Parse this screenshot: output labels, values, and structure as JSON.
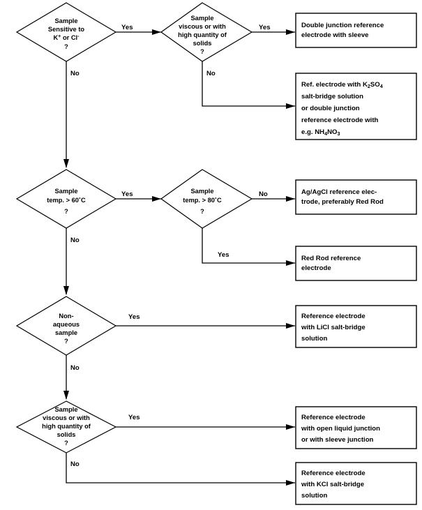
{
  "title": "Reference electrode selection flowchart",
  "decisions": [
    {
      "id": "d1",
      "lines": [
        "Sample",
        "Sensitive to",
        "K+ or Cl-",
        "?"
      ],
      "plain": "Sample Sensitive to K+ or Cl- ?"
    },
    {
      "id": "d2",
      "lines": [
        "Sample",
        "viscous or with",
        "high quantity of",
        "solids",
        "?"
      ],
      "plain": "Sample viscous or with high quantity of solids ?"
    },
    {
      "id": "d3",
      "lines": [
        "Sample",
        "temp. > 60˚C",
        "?"
      ],
      "plain": "Sample temp. > 60˚C ?"
    },
    {
      "id": "d4",
      "lines": [
        "Sample",
        "temp. > 80˚C",
        "?"
      ],
      "plain": "Sample temp. > 80˚C ?"
    },
    {
      "id": "d5",
      "lines": [
        "Non-",
        "aqueous",
        "sample",
        "?"
      ],
      "plain": "Non-aqueous sample ?"
    },
    {
      "id": "d6",
      "lines": [
        "Sample",
        "viscous or with",
        "high quantity of",
        "solids",
        "?"
      ],
      "plain": "Sample viscous or with high quantity of solids ?"
    }
  ],
  "results": [
    {
      "id": "r1",
      "lines": [
        "Double junction reference",
        "electrode with sleeve"
      ]
    },
    {
      "id": "r2",
      "lines": [
        "Ref. electrode with K2SO4",
        "salt-bridge solution",
        "or double junction",
        "reference electrode with",
        "e.g. NH4NO3"
      ]
    },
    {
      "id": "r3",
      "lines": [
        "Ag/AgCl reference elec-",
        "trode, preferably Red Rod"
      ]
    },
    {
      "id": "r4",
      "lines": [
        "Red Rod reference",
        "electrode"
      ]
    },
    {
      "id": "r5",
      "lines": [
        "Reference electrode",
        "with LiCl salt-bridge",
        "solution"
      ]
    },
    {
      "id": "r6",
      "lines": [
        "Reference electrode",
        "with open liquid junction",
        "or with sleeve junction"
      ]
    },
    {
      "id": "r7",
      "lines": [
        "Reference electrode",
        "with KCl salt-bridge",
        "solution"
      ]
    }
  ],
  "edge_labels": {
    "d1_yes": "Yes",
    "d1_no": "No",
    "d2_yes": "Yes",
    "d2_no": "No",
    "d3_yes": "Yes",
    "d3_no": "No",
    "d4_no": "No",
    "d4_yes": "Yes",
    "d5_yes": "Yes",
    "d5_no": "No",
    "d6_yes": "Yes",
    "d6_no": "No"
  },
  "colors": {
    "stroke": "#000000",
    "fill": "#ffffff",
    "text": "#000000"
  },
  "chart_data": {
    "type": "diagram",
    "diagram_kind": "decision-flowchart",
    "nodes": [
      {
        "id": "d1",
        "kind": "decision",
        "text": "Sample Sensitive to K+ or Cl- ?"
      },
      {
        "id": "d2",
        "kind": "decision",
        "text": "Sample viscous or with high quantity of solids ?"
      },
      {
        "id": "d3",
        "kind": "decision",
        "text": "Sample temp. > 60˚C ?"
      },
      {
        "id": "d4",
        "kind": "decision",
        "text": "Sample temp. > 80˚C ?"
      },
      {
        "id": "d5",
        "kind": "decision",
        "text": "Non-aqueous sample ?"
      },
      {
        "id": "d6",
        "kind": "decision",
        "text": "Sample viscous or with high quantity of solids ?"
      },
      {
        "id": "r1",
        "kind": "result",
        "text": "Double junction reference electrode with sleeve"
      },
      {
        "id": "r2",
        "kind": "result",
        "text": "Ref. electrode with K2SO4 salt-bridge solution or double junction reference electrode with e.g. NH4NO3"
      },
      {
        "id": "r3",
        "kind": "result",
        "text": "Ag/AgCl reference electrode, preferably Red Rod"
      },
      {
        "id": "r4",
        "kind": "result",
        "text": "Red Rod reference electrode"
      },
      {
        "id": "r5",
        "kind": "result",
        "text": "Reference electrode with LiCl salt-bridge solution"
      },
      {
        "id": "r6",
        "kind": "result",
        "text": "Reference electrode with open liquid junction or with sleeve junction"
      },
      {
        "id": "r7",
        "kind": "result",
        "text": "Reference electrode with KCl salt-bridge solution"
      }
    ],
    "edges": [
      {
        "from": "d1",
        "to": "d2",
        "label": "Yes"
      },
      {
        "from": "d1",
        "to": "d3",
        "label": "No"
      },
      {
        "from": "d2",
        "to": "r1",
        "label": "Yes"
      },
      {
        "from": "d2",
        "to": "r2",
        "label": "No"
      },
      {
        "from": "d3",
        "to": "d4",
        "label": "Yes"
      },
      {
        "from": "d3",
        "to": "d5",
        "label": "No"
      },
      {
        "from": "d4",
        "to": "r3",
        "label": "No"
      },
      {
        "from": "d4",
        "to": "r4",
        "label": "Yes"
      },
      {
        "from": "d5",
        "to": "r5",
        "label": "Yes"
      },
      {
        "from": "d5",
        "to": "d6",
        "label": "No"
      },
      {
        "from": "d6",
        "to": "r6",
        "label": "Yes"
      },
      {
        "from": "d6",
        "to": "r7",
        "label": "No"
      }
    ]
  }
}
